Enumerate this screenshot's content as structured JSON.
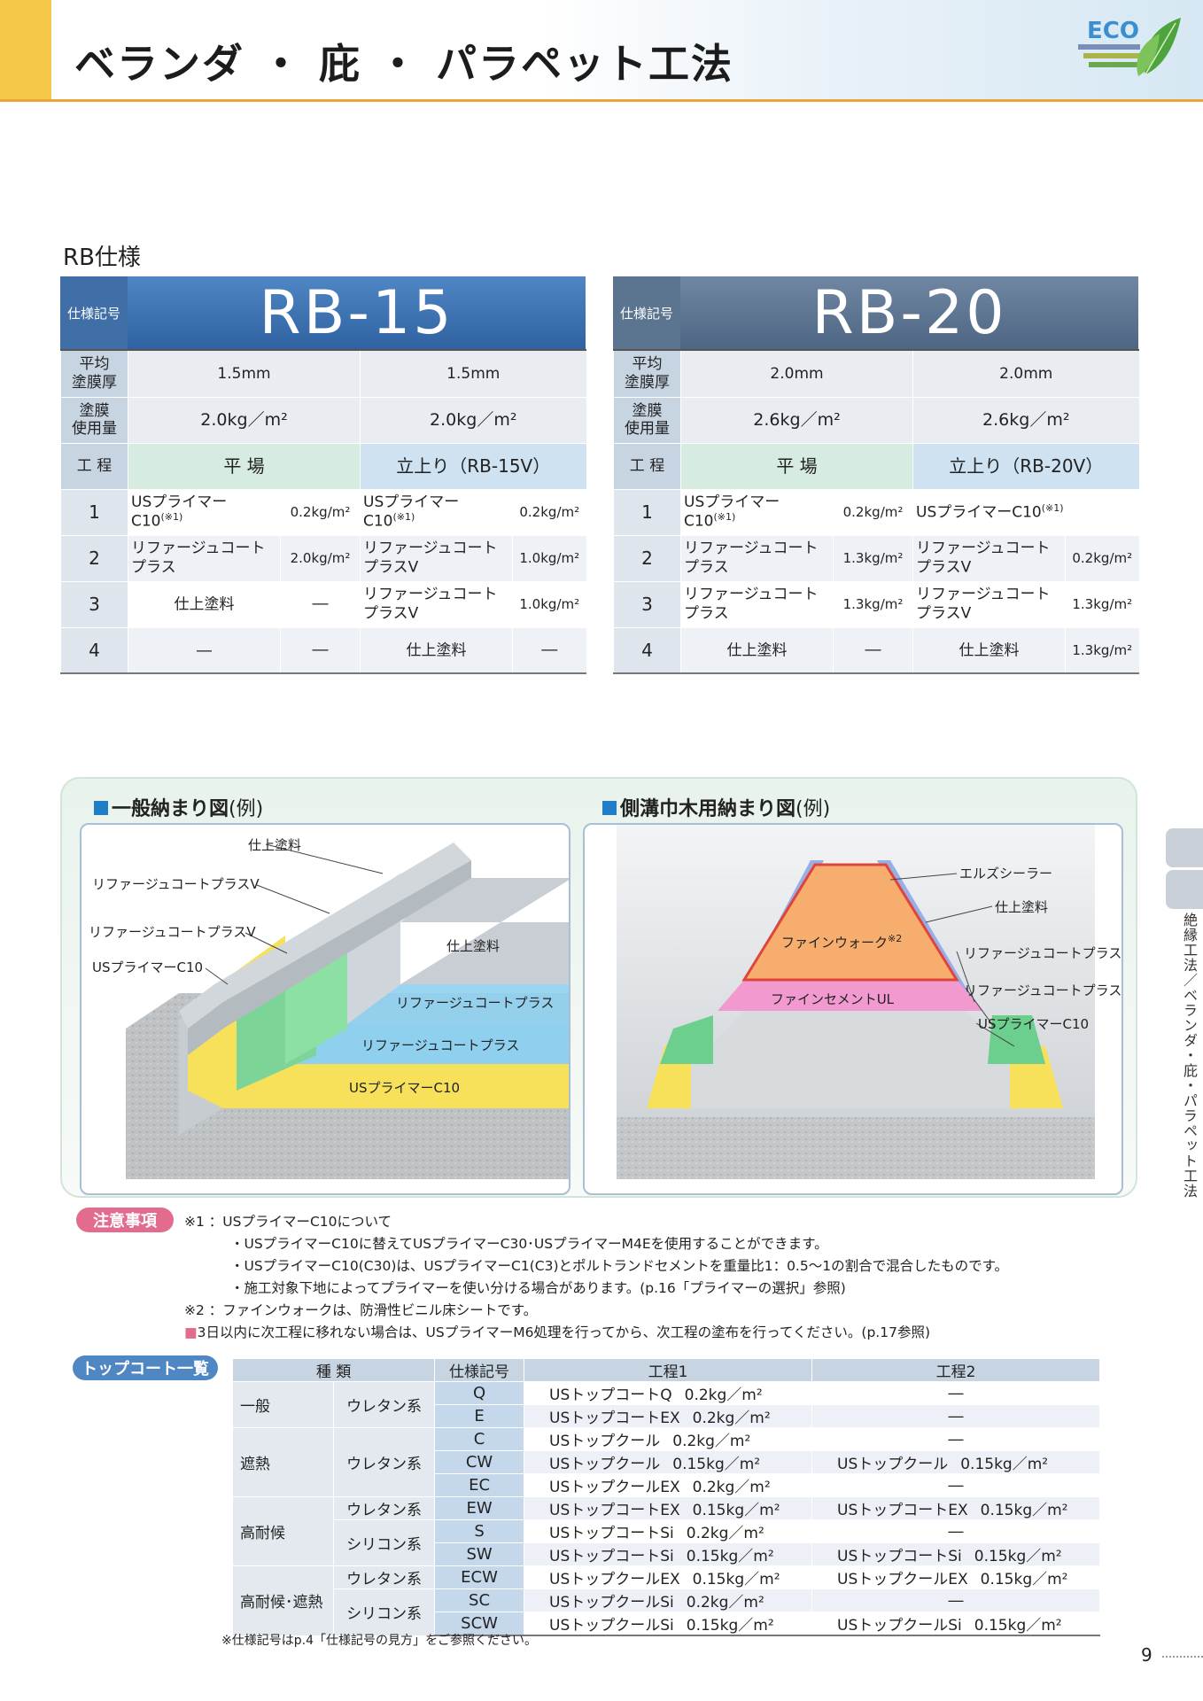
{
  "header": {
    "title": "ベランダ ・ 庇 ・ パラペット工法",
    "logo_text": "ECO"
  },
  "section_label": "RB仕様",
  "labels": {
    "code": "仕様記号",
    "thickness": [
      "平均",
      "塗膜厚"
    ],
    "usage": [
      "塗膜",
      "使用量"
    ],
    "process": "工 程",
    "flat": "平 場"
  },
  "specs": [
    {
      "code": "RB-15",
      "thickness": [
        "1.5mm",
        "1.5mm"
      ],
      "usage": [
        "2.0kg／m²",
        "2.0kg／m²"
      ],
      "up_label": "立上り（RB-15V）",
      "rows": [
        {
          "no": "1",
          "flat_mat": "USプライマーC10",
          "flat_sup": "(※1)",
          "flat_amt": "0.2kg/m²",
          "up_mat": "USプライマーC10",
          "up_sup": "(※1)",
          "up_amt": "0.2kg/m²"
        },
        {
          "no": "2",
          "flat_mat": "リファージュコート プラス",
          "flat_sup": "",
          "flat_amt": "2.0kg/m²",
          "up_mat": "リファージュコート プラスV",
          "up_sup": "",
          "up_amt": "1.0kg/m²"
        },
        {
          "no": "3",
          "flat_mat": "仕上塗料",
          "flat_sup": "",
          "flat_amt": "―",
          "up_mat": "リファージュコート プラスV",
          "up_sup": "",
          "up_amt": "1.0kg/m²"
        },
        {
          "no": "4",
          "flat_mat": "―",
          "flat_sup": "",
          "flat_amt": "―",
          "up_mat": "仕上塗料",
          "up_sup": "",
          "up_amt": "―"
        }
      ]
    },
    {
      "code": "RB-20",
      "thickness": [
        "2.0mm",
        "2.0mm"
      ],
      "usage": [
        "2.6kg／m²",
        "2.6kg／m²"
      ],
      "up_label": "立上り（RB-20V）",
      "rows": [
        {
          "no": "1",
          "flat_mat": "USプライマーC10",
          "flat_sup": "(※1)",
          "flat_amt": "0.2kg/m²",
          "up_mat": "USプライマーC10",
          "up_sup": "(※1)",
          "up_amt": ""
        },
        {
          "no": "2",
          "flat_mat": "リファージュコート プラス",
          "flat_sup": "",
          "flat_amt": "1.3kg/m²",
          "up_mat": "リファージュコート プラスV",
          "up_sup": "",
          "up_amt": "0.2kg/m²"
        },
        {
          "no": "3",
          "flat_mat": "リファージュコート プラス",
          "flat_sup": "",
          "flat_amt": "1.3kg/m²",
          "up_mat": "リファージュコート プラスV",
          "up_sup": "",
          "up_amt": "1.3kg/m²"
        },
        {
          "no": "4",
          "flat_mat": "仕上塗料",
          "flat_sup": "",
          "flat_amt": "―",
          "up_mat": "仕上塗料",
          "up_sup": "",
          "up_amt": "1.3kg/m²"
        }
      ]
    }
  ],
  "diagram1": {
    "title": "一般納まり図",
    "title_suffix": "(例)",
    "callouts": [
      "仕上塗料",
      "リファージュコートプラスV",
      "リファージュコートプラスV",
      "USプライマーC10",
      "仕上塗料",
      "リファージュコートプラス",
      "リファージュコートプラス",
      "USプライマーC10"
    ]
  },
  "diagram2": {
    "title": "側溝巾木用納まり図",
    "title_suffix": "(例)",
    "callouts": [
      "エルズシーラー",
      "仕上塗料",
      "ファインウォーク",
      "※2",
      "ファインセメントUL",
      "リファージュコートプラスV",
      "リファージュコートプラスV",
      "USプライマーC10"
    ]
  },
  "notes": {
    "badge": "注意事項",
    "lines": [
      "※1 ：USプライマーC10について",
      "・USプライマーC10に替えてUSプライマーC30･USプライマーM4Eを使用することができます。",
      "・USプライマーC10(C30)は、USプライマーC1(C3)とポルトランドセメントを重量比1：0.5～1の割合で混合したものです。",
      "・施工対象下地によってプライマーを使い分ける場合があります。(p.16「プライマーの選択」参照)",
      "※2 ：ファインウォークは、防滑性ビニル床シートです。",
      "3日以内に次工程に移れない場合は、USプライマーM6処理を行ってから、次工程の塗布を行ってください。(p.17参照)"
    ],
    "last_mark": "■"
  },
  "topcoat": {
    "badge": "トップコート一覧",
    "headers": [
      "種 類",
      "仕様記号",
      "工程1",
      "工程2"
    ],
    "rows": [
      {
        "g": "一般",
        "s": "ウレタン系",
        "code": "Q",
        "p1": "USトップコートQ",
        "p1a": "0.2kg／m²",
        "p2": "―",
        "p2a": ""
      },
      {
        "g": "",
        "s": "",
        "code": "E",
        "p1": "USトップコートEX",
        "p1a": "0.2kg／m²",
        "p2": "―",
        "p2a": ""
      },
      {
        "g": "遮熱",
        "s": "ウレタン系",
        "code": "C",
        "p1": "USトップクール",
        "p1a": "0.2kg／m²",
        "p2": "―",
        "p2a": ""
      },
      {
        "g": "",
        "s": "",
        "code": "CW",
        "p1": "USトップクール",
        "p1a": "0.15kg／m²",
        "p2": "USトップクール",
        "p2a": "0.15kg／m²"
      },
      {
        "g": "",
        "s": "",
        "code": "EC",
        "p1": "USトップクールEX",
        "p1a": "0.2kg／m²",
        "p2": "―",
        "p2a": ""
      },
      {
        "g": "高耐候",
        "s": "ウレタン系",
        "code": "EW",
        "p1": "USトップコートEX",
        "p1a": "0.15kg／m²",
        "p2": "USトップコートEX",
        "p2a": "0.15kg／m²"
      },
      {
        "g": "",
        "s": "シリコン系",
        "code": "S",
        "p1": "USトップコートSi",
        "p1a": "0.2kg／m²",
        "p2": "―",
        "p2a": ""
      },
      {
        "g": "",
        "s": "",
        "code": "SW",
        "p1": "USトップコートSi",
        "p1a": "0.15kg／m²",
        "p2": "USトップコートSi",
        "p2a": "0.15kg／m²"
      },
      {
        "g": "高耐候･遮熱",
        "s": "ウレタン系",
        "code": "ECW",
        "p1": "USトップクールEX",
        "p1a": "0.15kg／m²",
        "p2": "USトップクールEX",
        "p2a": "0.15kg／m²"
      },
      {
        "g": "",
        "s": "シリコン系",
        "code": "SC",
        "p1": "USトップクールSi",
        "p1a": "0.2kg／m²",
        "p2": "―",
        "p2a": ""
      },
      {
        "g": "",
        "s": "",
        "code": "SCW",
        "p1": "USトップクールSi",
        "p1a": "0.15kg／m²",
        "p2": "USトップクールSi",
        "p2a": "0.15kg／m²"
      }
    ],
    "footnote": "※仕様記号はp.4「仕様記号の見方」をご参照ください。"
  },
  "side_text": "絶縁工法／ベランダ・庇・パラペット工法",
  "page_number": "9"
}
